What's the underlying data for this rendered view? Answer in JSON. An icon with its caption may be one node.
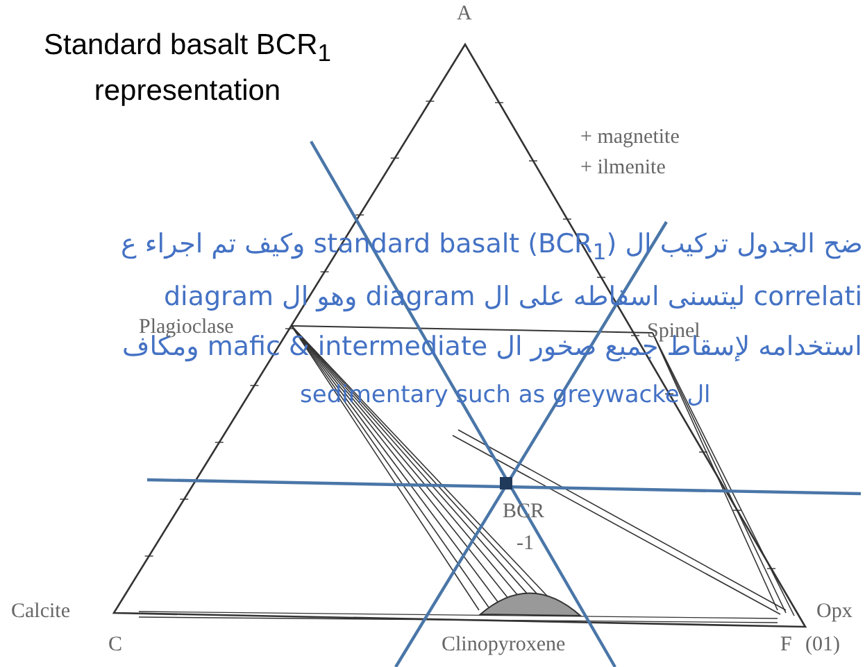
{
  "diagram": {
    "title": "Standard basalt BCR$_{1}$ representation",
    "labels": [
      "A",
      "+ magnetite",
      "+ ilmenite",
      "ضح الجدول تركيب ال standard basalt (BCR$_{1}$) وكيف تم اجراء ع",
      "correlati ليتسنى اسقاطه على ال diagram وهو ال diagram",
      "استخدامه لإسقاط جميع صخور ال mafic & intermediate ومكاف",
      "ال sedimentary such as greywacke",
      "Plagioclase",
      "Spinel",
      "BCR",
      "-1",
      "Calcite",
      "C",
      "Clinopyroxene",
      "Opx",
      "F",
      "(01)"
    ]
  }
}
